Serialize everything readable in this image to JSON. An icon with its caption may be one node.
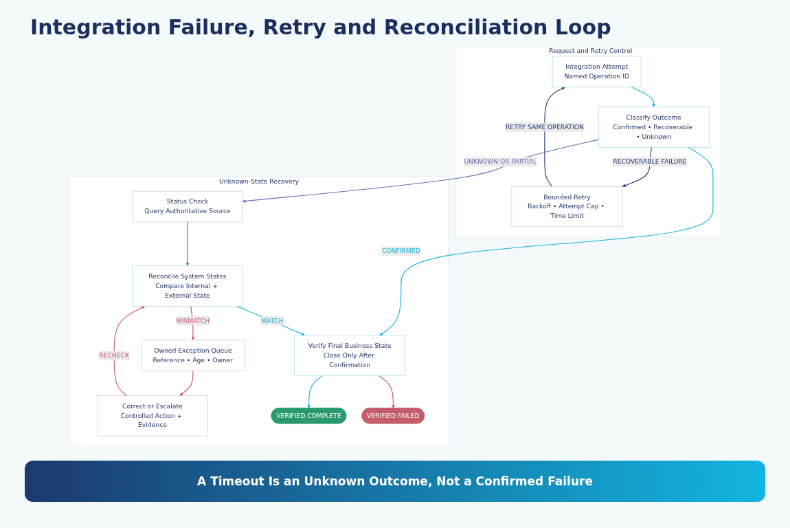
{
  "diagram": {
    "title": "Integration Failure, Retry and Reconciliation Loop",
    "nodes": [
      {
        "text": [
          "Request and Retry Control"
        ]
      },
      {
        "text": [
          "Integration Attempt",
          "Named Operation ID"
        ],
        "in": 0
      },
      {
        "text": [
          "Classify Outcome",
          "Confirmed • Recoverable • Unknown"
        ],
        "in": 0
      },
      {
        "text": [
          "Bounded Retry",
          "Backoff • Attempt Cap • Time Limit"
        ],
        "in": 0
      },
      {
        "text": [
          "Unknown-State Recovery"
        ]
      },
      {
        "text": [
          "Status Check",
          "Query Authoritative Source"
        ],
        "in": 4
      },
      {
        "text": [
          "Reconcile System States",
          "Compare Internal + External State"
        ],
        "in": 4
      },
      {
        "text": [
          "Owned Exception Queue",
          "Reference • Age • Owner"
        ],
        "in": 4
      },
      {
        "text": [
          "Correct or Escalate",
          "Controlled Action + Evidence"
        ],
        "in": 4
      },
      {
        "text": [
          "Verify Final Business State",
          "Close Only After Confirmation"
        ],
        "in": 4
      },
      {
        "text": [
          "VERIFIED COMPLETE"
        ],
        "in": 4
      },
      {
        "text": [
          "VERIFIED FAILED"
        ],
        "in": 4
      }
    ],
    "edges": [
      {
        "from": 1,
        "to": 2,
        "arrow": "to",
        "color": "#1ab3d9"
      },
      {
        "from": 2,
        "to": 3,
        "arrow": "to",
        "label": "RECOVERABLE FAILURE",
        "color": "#1e3a6e"
      },
      {
        "from": 3,
        "to": 1,
        "arrow": "to",
        "label": "RETRY SAME OPERATION",
        "color": "#1e3a6e"
      },
      {
        "from": 2,
        "to": 5,
        "arrow": "to",
        "label": "UNKNOWN OR PARTIAL",
        "color": "#6b6fb5"
      },
      {
        "from": 2,
        "to": 9,
        "arrow": "to",
        "label": "CONFIRMED",
        "color": "#1ab3d9"
      },
      {
        "from": 5,
        "to": 6,
        "arrow": "to",
        "color": "#6b6fb5"
      },
      {
        "from": 6,
        "to": 9,
        "arrow": "to",
        "label": "MATCH",
        "color": "#1ab3d9"
      },
      {
        "from": 6,
        "to": 7,
        "arrow": "to",
        "label": "MISMATCH",
        "color": "#c45c6a"
      },
      {
        "from": 7,
        "to": 8,
        "arrow": "to",
        "color": "#c45c6a"
      },
      {
        "from": 8,
        "to": 6,
        "arrow": "to",
        "label": "RECHECK",
        "color": "#c45c6a"
      },
      {
        "from": 9,
        "to": 10,
        "arrow": "to",
        "color": "#1ab3d9"
      },
      {
        "from": 9,
        "to": 11,
        "arrow": "to",
        "color": "#c45c6a"
      }
    ],
    "caption": "A Timeout Is an Unknown Outcome, Not a Confirmed Failure"
  }
}
